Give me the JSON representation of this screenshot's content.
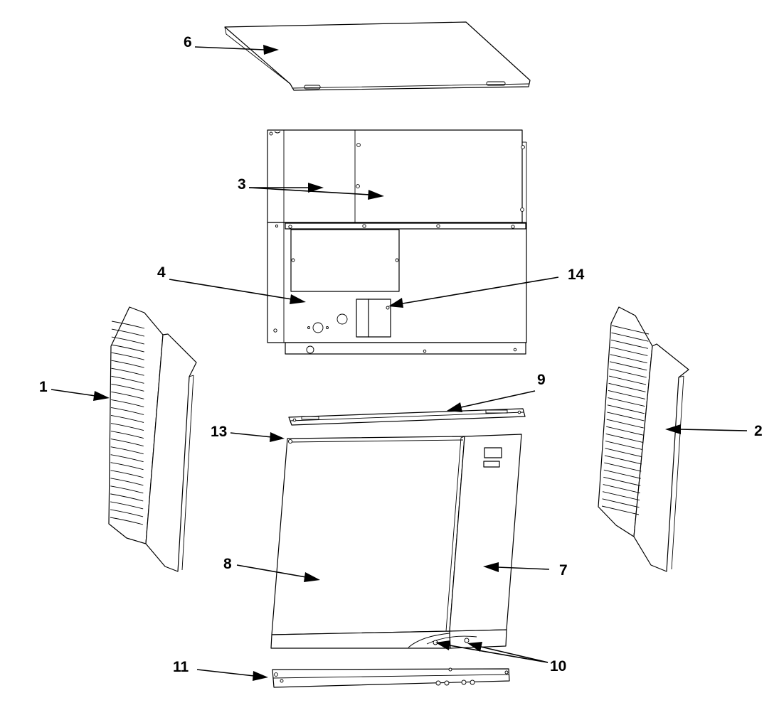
{
  "callouts": [
    {
      "id": "1",
      "label": "1"
    },
    {
      "id": "2",
      "label": "2"
    },
    {
      "id": "3",
      "label": "3"
    },
    {
      "id": "4",
      "label": "4"
    },
    {
      "id": "6",
      "label": "6"
    },
    {
      "id": "7",
      "label": "7"
    },
    {
      "id": "8",
      "label": "8"
    },
    {
      "id": "9",
      "label": "9"
    },
    {
      "id": "10",
      "label": "10"
    },
    {
      "id": "11",
      "label": "11"
    },
    {
      "id": "13",
      "label": "13"
    },
    {
      "id": "14",
      "label": "14"
    }
  ]
}
